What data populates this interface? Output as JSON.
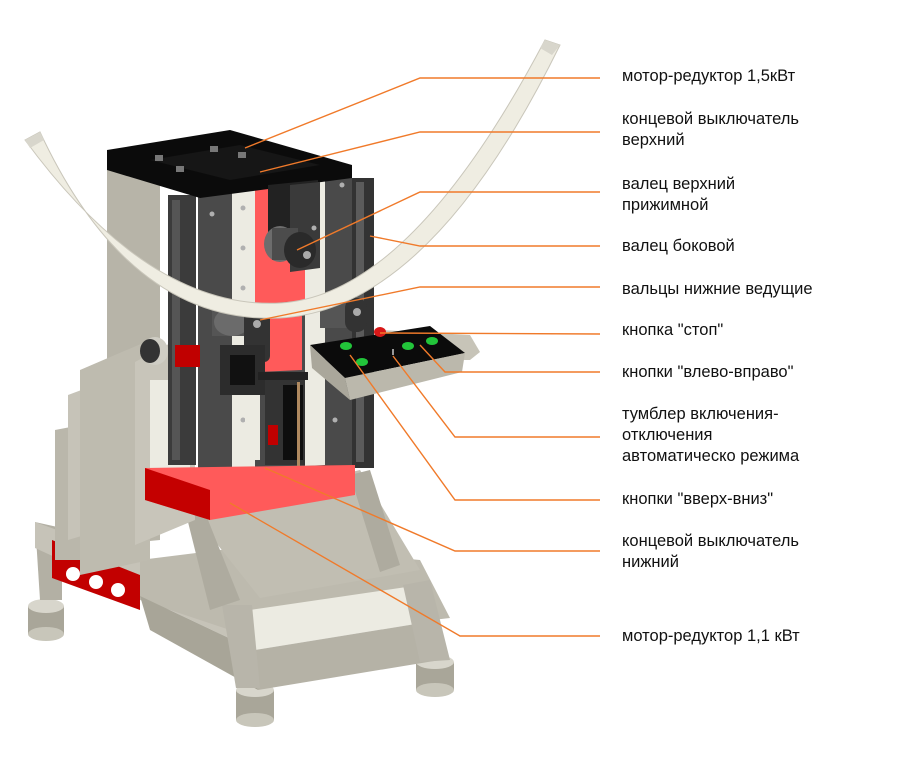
{
  "diagram": {
    "subject": "machine",
    "colors": {
      "leader": "#f07a2a",
      "frame_gray": "#b8b5aa",
      "frame_light": "#ecebe2",
      "frame_dark": "#8e8b80",
      "panel_black": "#0b0b0b",
      "plate_gray": "#4a4a4a",
      "red_bright": "#ff5a5a",
      "red_dark": "#c00000",
      "green_button": "#22c43a",
      "profile_arc": "#efede2"
    },
    "labels": [
      {
        "id": "motor-gear-upper",
        "lines": [
          "мотор-редуктор 1,5кВт"
        ]
      },
      {
        "id": "limit-switch-upper",
        "lines": [
          "концевой выключатель",
          "верхний"
        ]
      },
      {
        "id": "upper-pressure-roller",
        "lines": [
          "валец верхний",
          "прижимной"
        ]
      },
      {
        "id": "side-roller",
        "lines": [
          "валец боковой"
        ]
      },
      {
        "id": "lower-drive-rollers",
        "lines": [
          "вальцы нижние ведущие"
        ]
      },
      {
        "id": "stop-button",
        "lines": [
          "кнопка \"стоп\""
        ]
      },
      {
        "id": "left-right-buttons",
        "lines": [
          "кнопки \"влево-вправо\""
        ]
      },
      {
        "id": "auto-mode-toggle",
        "lines": [
          "тумблер включения-",
          "отключения",
          "автоматическо режима"
        ]
      },
      {
        "id": "up-down-buttons",
        "lines": [
          "кнопки \"вверх-вниз\""
        ]
      },
      {
        "id": "limit-switch-lower",
        "lines": [
          "концевой выключатель",
          "нижний"
        ]
      },
      {
        "id": "motor-gear-lower",
        "lines": [
          "мотор-редуктор 1,1 кВт"
        ]
      }
    ]
  }
}
